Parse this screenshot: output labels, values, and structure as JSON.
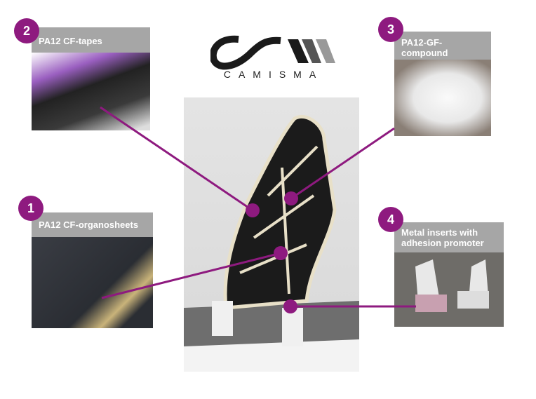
{
  "logo": {
    "text": "CAMISMA"
  },
  "callouts": [
    {
      "number": "1",
      "label": "PA12 CF-organosheets"
    },
    {
      "number": "2",
      "label": "PA12 CF-tapes"
    },
    {
      "number": "3",
      "label": "PA12-GF-compound"
    },
    {
      "number": "4",
      "label": "Metal inserts with adhesion promoter"
    }
  ],
  "colors": {
    "accent": "#8e1a7f",
    "header": "#a6a6a6"
  }
}
